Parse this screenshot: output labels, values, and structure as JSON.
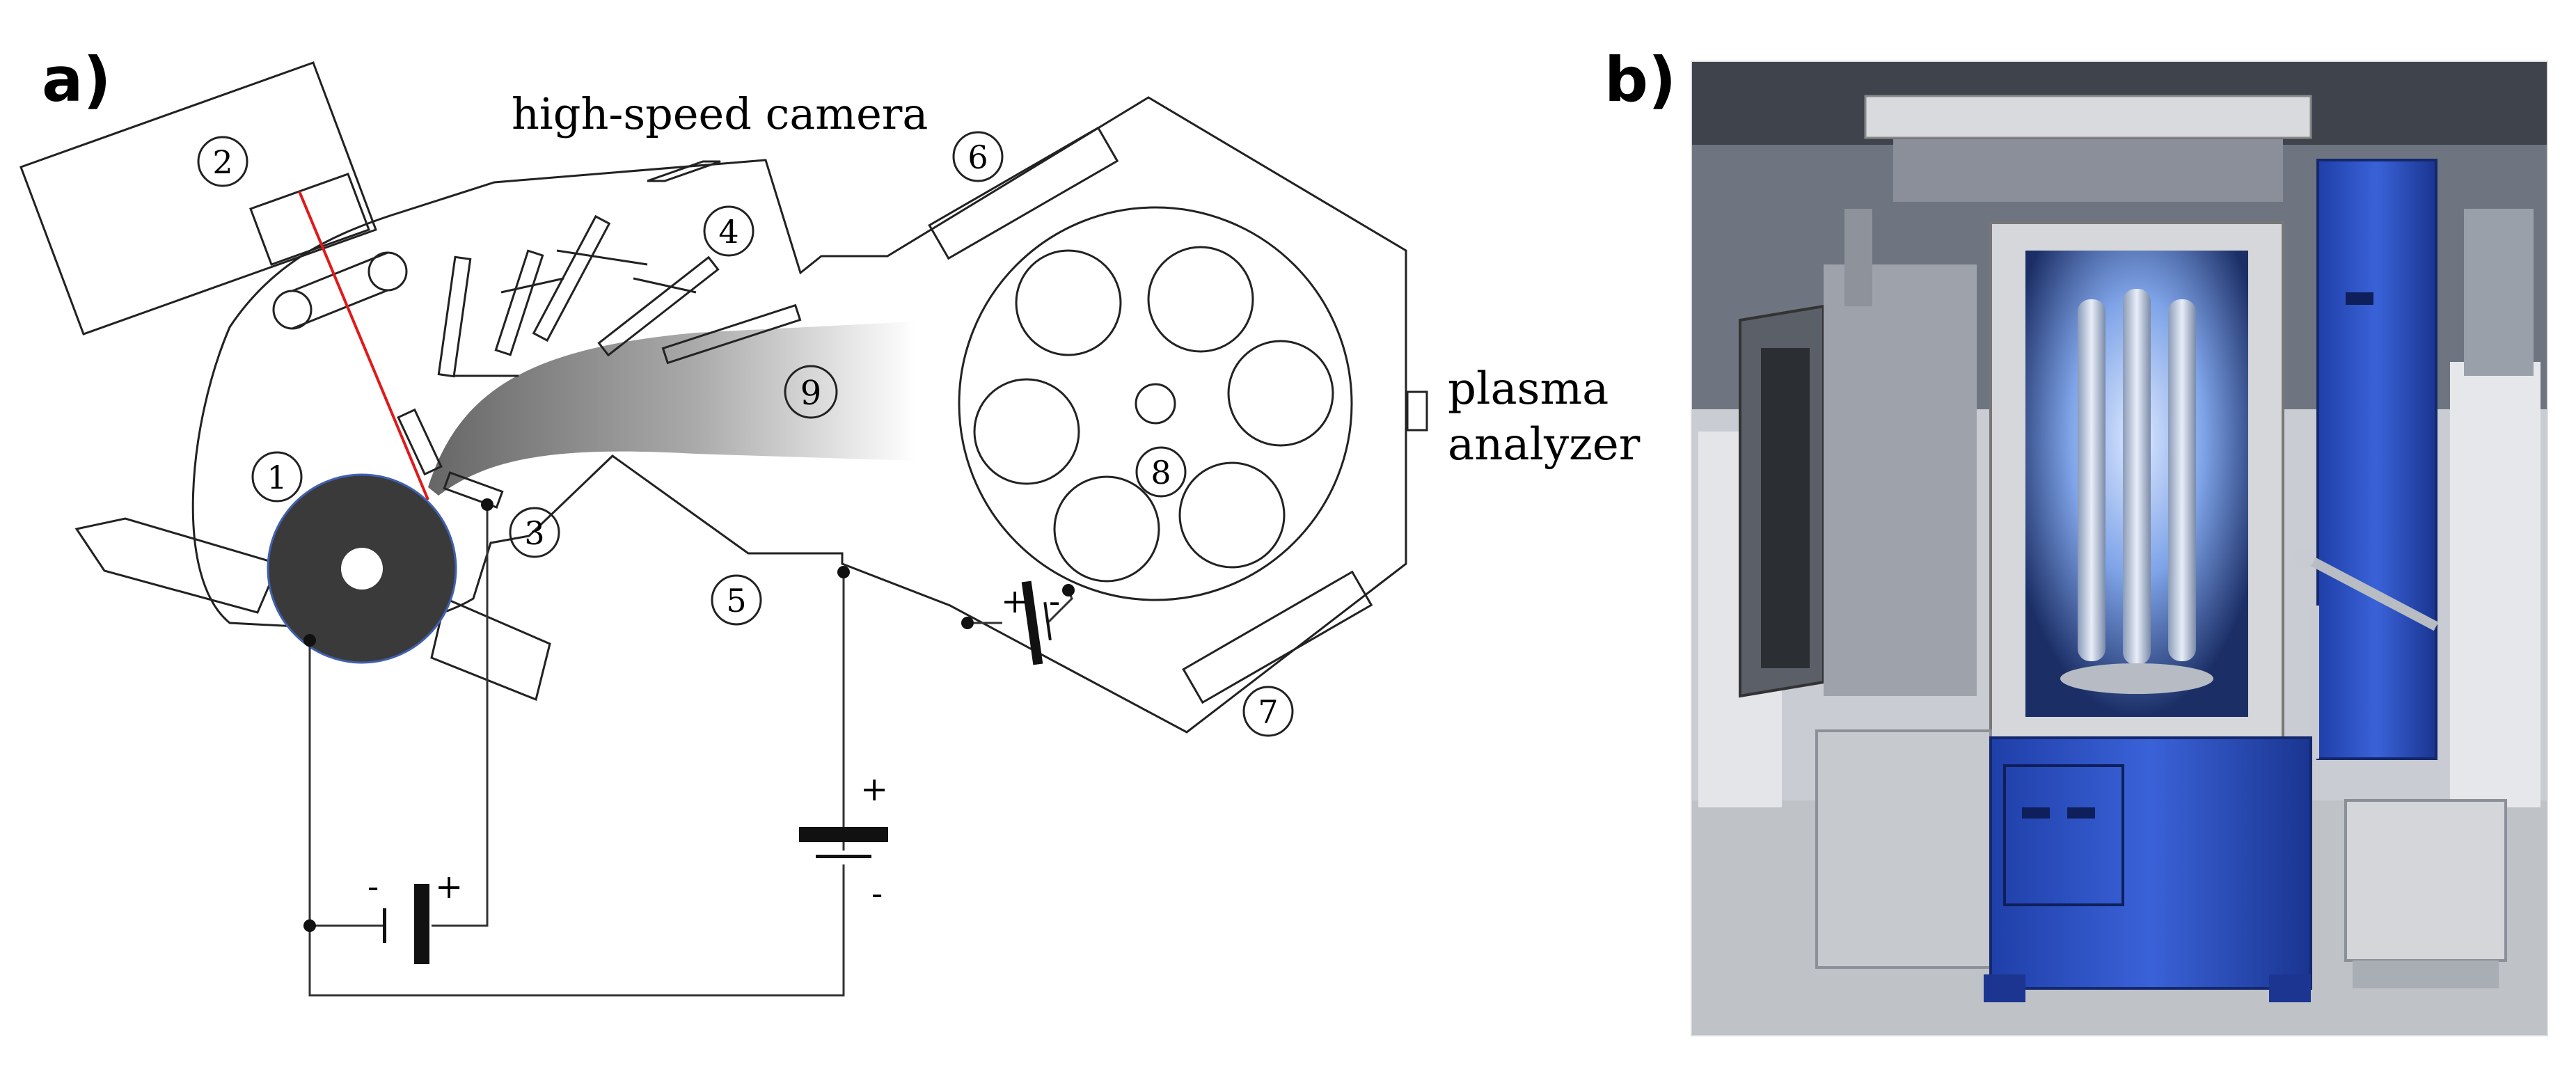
{
  "panels": {
    "a": "a)",
    "b": "b)"
  },
  "labels": {
    "camera": "high-speed camera",
    "analyzer_line1": "plasma",
    "analyzer_line2": "analyzer"
  },
  "markers": [
    "1",
    "2",
    "3",
    "4",
    "5",
    "6",
    "7",
    "8",
    "9"
  ],
  "polarity": {
    "plus": "+",
    "minus": "-"
  },
  "colors": {
    "laser": "#e0191a",
    "target": "#3a3a3a",
    "outline": "#222222",
    "plume": "#777777"
  }
}
